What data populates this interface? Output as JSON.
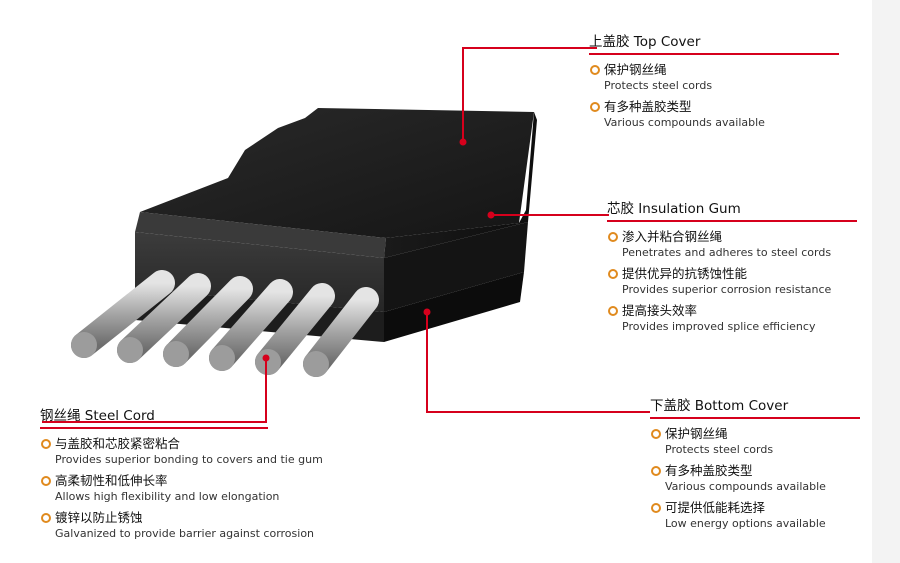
{
  "callouts": {
    "top_cover": {
      "title": "上盖胶 Top Cover",
      "items": [
        {
          "zh": "保护钢丝绳",
          "en": "Protects steel cords"
        },
        {
          "zh": "有多种盖胶类型",
          "en": "Various compounds available"
        }
      ]
    },
    "insulation_gum": {
      "title": "芯胶 Insulation Gum",
      "items": [
        {
          "zh": "渗入并粘合钢丝绳",
          "en": "Penetrates and adheres to steel cords"
        },
        {
          "zh": "提供优异的抗锈蚀性能",
          "en": "Provides superior corrosion resistance"
        },
        {
          "zh": "提高接头效率",
          "en": "Provides improved splice efficiency"
        }
      ]
    },
    "steel_cord": {
      "title": "钢丝绳 Steel Cord",
      "items": [
        {
          "zh": "与盖胶和芯胶紧密粘合",
          "en": "Provides superior bonding to covers and tie gum"
        },
        {
          "zh": "高柔韧性和低伸长率",
          "en": "Allows high flexibility and low elongation"
        },
        {
          "zh": "镀锌以防止锈蚀",
          "en": "Galvanized to provide barrier against corrosion"
        }
      ]
    },
    "bottom_cover": {
      "title": "下盖胶 Bottom Cover",
      "items": [
        {
          "zh": "保护钢丝绳",
          "en": "Protects steel cords"
        },
        {
          "zh": "有多种盖胶类型",
          "en": "Various compounds available"
        },
        {
          "zh": "可提供低能耗选择",
          "en": "Low energy options available"
        }
      ]
    }
  },
  "colors": {
    "leader_line": "#d6001c",
    "bullet": "#e08a1e",
    "rubber": "#1c1c1c",
    "steel": "#a9a9a9"
  }
}
